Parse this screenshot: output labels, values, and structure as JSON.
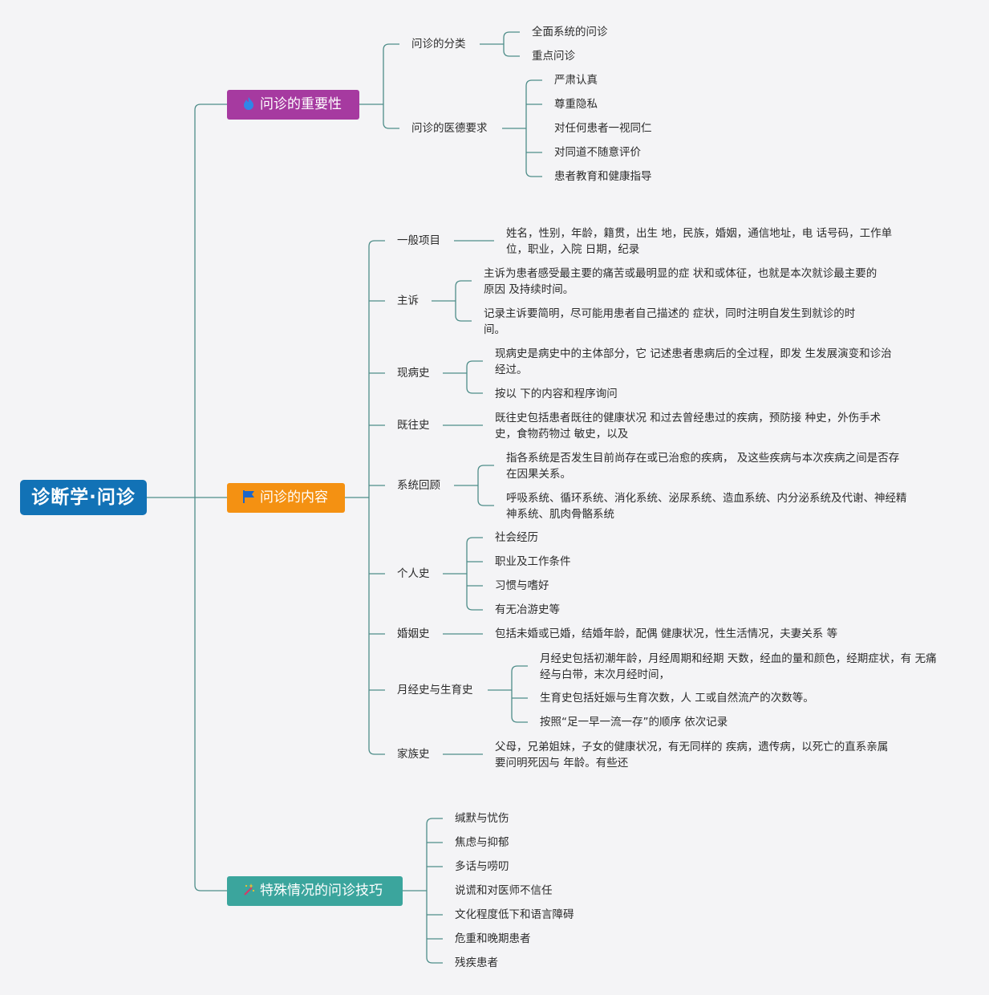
{
  "root": {
    "title": "诊断学·问诊"
  },
  "branches": [
    {
      "title": "问诊的重要性",
      "color": "#a63aa0",
      "icon": "flame-icon",
      "children": [
        {
          "label": "问诊的分类",
          "items": [
            "全面系统的问诊",
            "重点问诊"
          ]
        },
        {
          "label": "问诊的医德要求",
          "items": [
            "严肃认真",
            "尊重隐私",
            "对任何患者一视同仁",
            "对同道不随意评价",
            "患者教育和健康指导"
          ]
        }
      ]
    },
    {
      "title": "问诊的内容",
      "color": "#f49112",
      "icon": "flag-icon",
      "children": [
        {
          "label": "一般项目",
          "items": [
            "姓名，性别，年龄，籍贯，出生 地，民族，婚姻，通信地址，电 话号码，工作单位，职业，入院 日期，纪录"
          ]
        },
        {
          "label": "主诉",
          "items": [
            "主诉为患者感受最主要的痛苦或最明显的症 状和或体征，也就是本次就诊最主要的原因 及持续时间。",
            "记录主诉要简明，尽可能用患者自己描述的 症状，同时注明自发生到就诊的时间。"
          ]
        },
        {
          "label": "现病史",
          "items": [
            "现病史是病史中的主体部分，它 记述患者患病后的全过程，即发 生发展演变和诊治经过。",
            "按以 下的内容和程序询问"
          ]
        },
        {
          "label": "既往史",
          "items": [
            "既往史包括患者既往的健康状况 和过去曾经患过的疾病，预防接 种史，外伤手术史，食物药物过 敏史，以及"
          ]
        },
        {
          "label": "系统回顾",
          "items": [
            "指各系统是否发生目前尚存在或已治愈的疾病， 及这些疾病与本次疾病之间是否存在因果关系。",
            "呼吸系统、循环系统、消化系统、泌尿系统、造血系统、内分泌系统及代谢、神经精神系统、肌肉骨骼系统"
          ]
        },
        {
          "label": "个人史",
          "items": [
            "社会经历",
            "职业及工作条件",
            "习惯与嗜好",
            "有无冶游史等"
          ]
        },
        {
          "label": "婚姻史",
          "items": [
            "包括未婚或已婚，结婚年龄，配偶 健康状况，性生活情况，夫妻关系 等"
          ]
        },
        {
          "label": "月经史与生育史",
          "items": [
            "月经史包括初潮年龄，月经周期和经期 天数，经血的量和颜色，经期症状，有 无痛经与白带，末次月经时间，",
            "生育史包括妊娠与生育次数，人 工或自然流产的次数等。",
            "按照“足一早一流一存”的顺序 依次记录"
          ]
        },
        {
          "label": "家族史",
          "items": [
            "父母，兄弟姐妹，子女的健康状况，有无同样的 疾病，遗传病，以死亡的直系亲属要问明死因与 年龄。有些还"
          ]
        }
      ]
    },
    {
      "title": "特殊情况的问诊技巧",
      "color": "#3ba59d",
      "icon": "magic-wand-icon",
      "children": [
        {
          "label": "缄默与忧伤"
        },
        {
          "label": "焦虑与抑郁"
        },
        {
          "label": "多话与唠叨"
        },
        {
          "label": "说谎和对医师不信任"
        },
        {
          "label": "文化程度低下和语言障碍"
        },
        {
          "label": "危重和晚期患者"
        },
        {
          "label": "残疾患者"
        }
      ]
    }
  ]
}
